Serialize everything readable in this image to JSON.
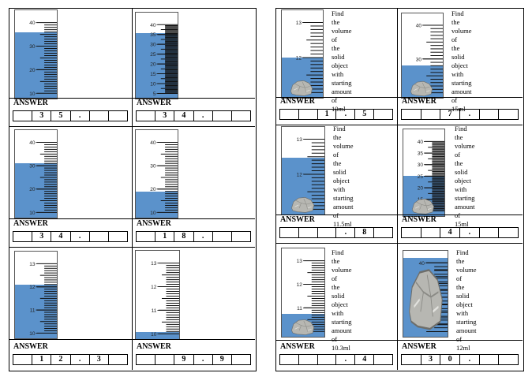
{
  "answer_label": "ANSWER",
  "prompt_template": "Find the volume of\nthe solid object with\nstarting amount of",
  "cells": [
    {
      "id": "l1",
      "ticks": [
        "40",
        "30",
        "20",
        "10"
      ],
      "level": 0.75,
      "rock": false,
      "answer": [
        "",
        "3",
        "5",
        ".",
        "",
        ""
      ]
    },
    {
      "id": "l2",
      "ticks": [
        "40",
        "35",
        "30",
        "25",
        "20",
        "15",
        "10",
        "5"
      ],
      "level": 0.76,
      "rock": false,
      "answer": [
        "",
        "3",
        "4",
        ".",
        "",
        ""
      ]
    },
    {
      "id": "l3",
      "ticks": [
        "40",
        "30",
        "20",
        "10"
      ],
      "level": 0.62,
      "rock": false,
      "answer": [
        "",
        "3",
        "4",
        ".",
        "",
        ""
      ]
    },
    {
      "id": "l4",
      "ticks": [
        "40",
        "30",
        "20",
        "10"
      ],
      "level": 0.3,
      "rock": false,
      "answer": [
        "",
        "1",
        "8",
        ".",
        "",
        ""
      ]
    },
    {
      "id": "l5",
      "ticks": [
        "13",
        "12",
        "11",
        "10"
      ],
      "level": 0.62,
      "rock": false,
      "answer": [
        "",
        "1",
        "2",
        ".",
        "3",
        ""
      ]
    },
    {
      "id": "l6",
      "ticks": [
        "13",
        "12",
        "11",
        "10"
      ],
      "level": 0.08,
      "rock": false,
      "answer": [
        "",
        "",
        "9",
        ".",
        "9",
        ""
      ]
    },
    {
      "id": "r1",
      "ticks": [
        "13",
        "12",
        "11"
      ],
      "level": 0.46,
      "rock": true,
      "start": "10ml",
      "answer": [
        "",
        "",
        "1",
        ".",
        "5",
        ""
      ]
    },
    {
      "id": "r2",
      "ticks": [
        "40",
        "30",
        "20"
      ],
      "level": 0.38,
      "rock": true,
      "start": "15ml",
      "answer": [
        "",
        "",
        "7",
        ".",
        "",
        ""
      ]
    },
    {
      "id": "r3",
      "ticks": [
        "13",
        "12",
        "11"
      ],
      "level": 0.65,
      "rock": true,
      "start": "11.5ml",
      "answer": [
        "",
        "",
        "",
        ".",
        "8",
        ""
      ]
    },
    {
      "id": "r4",
      "ticks": [
        "40",
        "35",
        "30",
        "25",
        "20",
        "15",
        "10"
      ],
      "level": 0.46,
      "rock": true,
      "start": "15ml",
      "answer": [
        "",
        "",
        "4",
        ".",
        "",
        ""
      ]
    },
    {
      "id": "r5",
      "ticks": [
        "13",
        "12",
        "11",
        "10"
      ],
      "level": 0.26,
      "rock": true,
      "start": "10.3ml",
      "answer": [
        "",
        "",
        "",
        ".",
        "4",
        ""
      ]
    },
    {
      "id": "r6",
      "ticks": [
        "40"
      ],
      "level": 0.92,
      "rock": true,
      "big": true,
      "start": "12ml",
      "answer": [
        "",
        "3",
        "0",
        ".",
        "",
        ""
      ]
    }
  ]
}
